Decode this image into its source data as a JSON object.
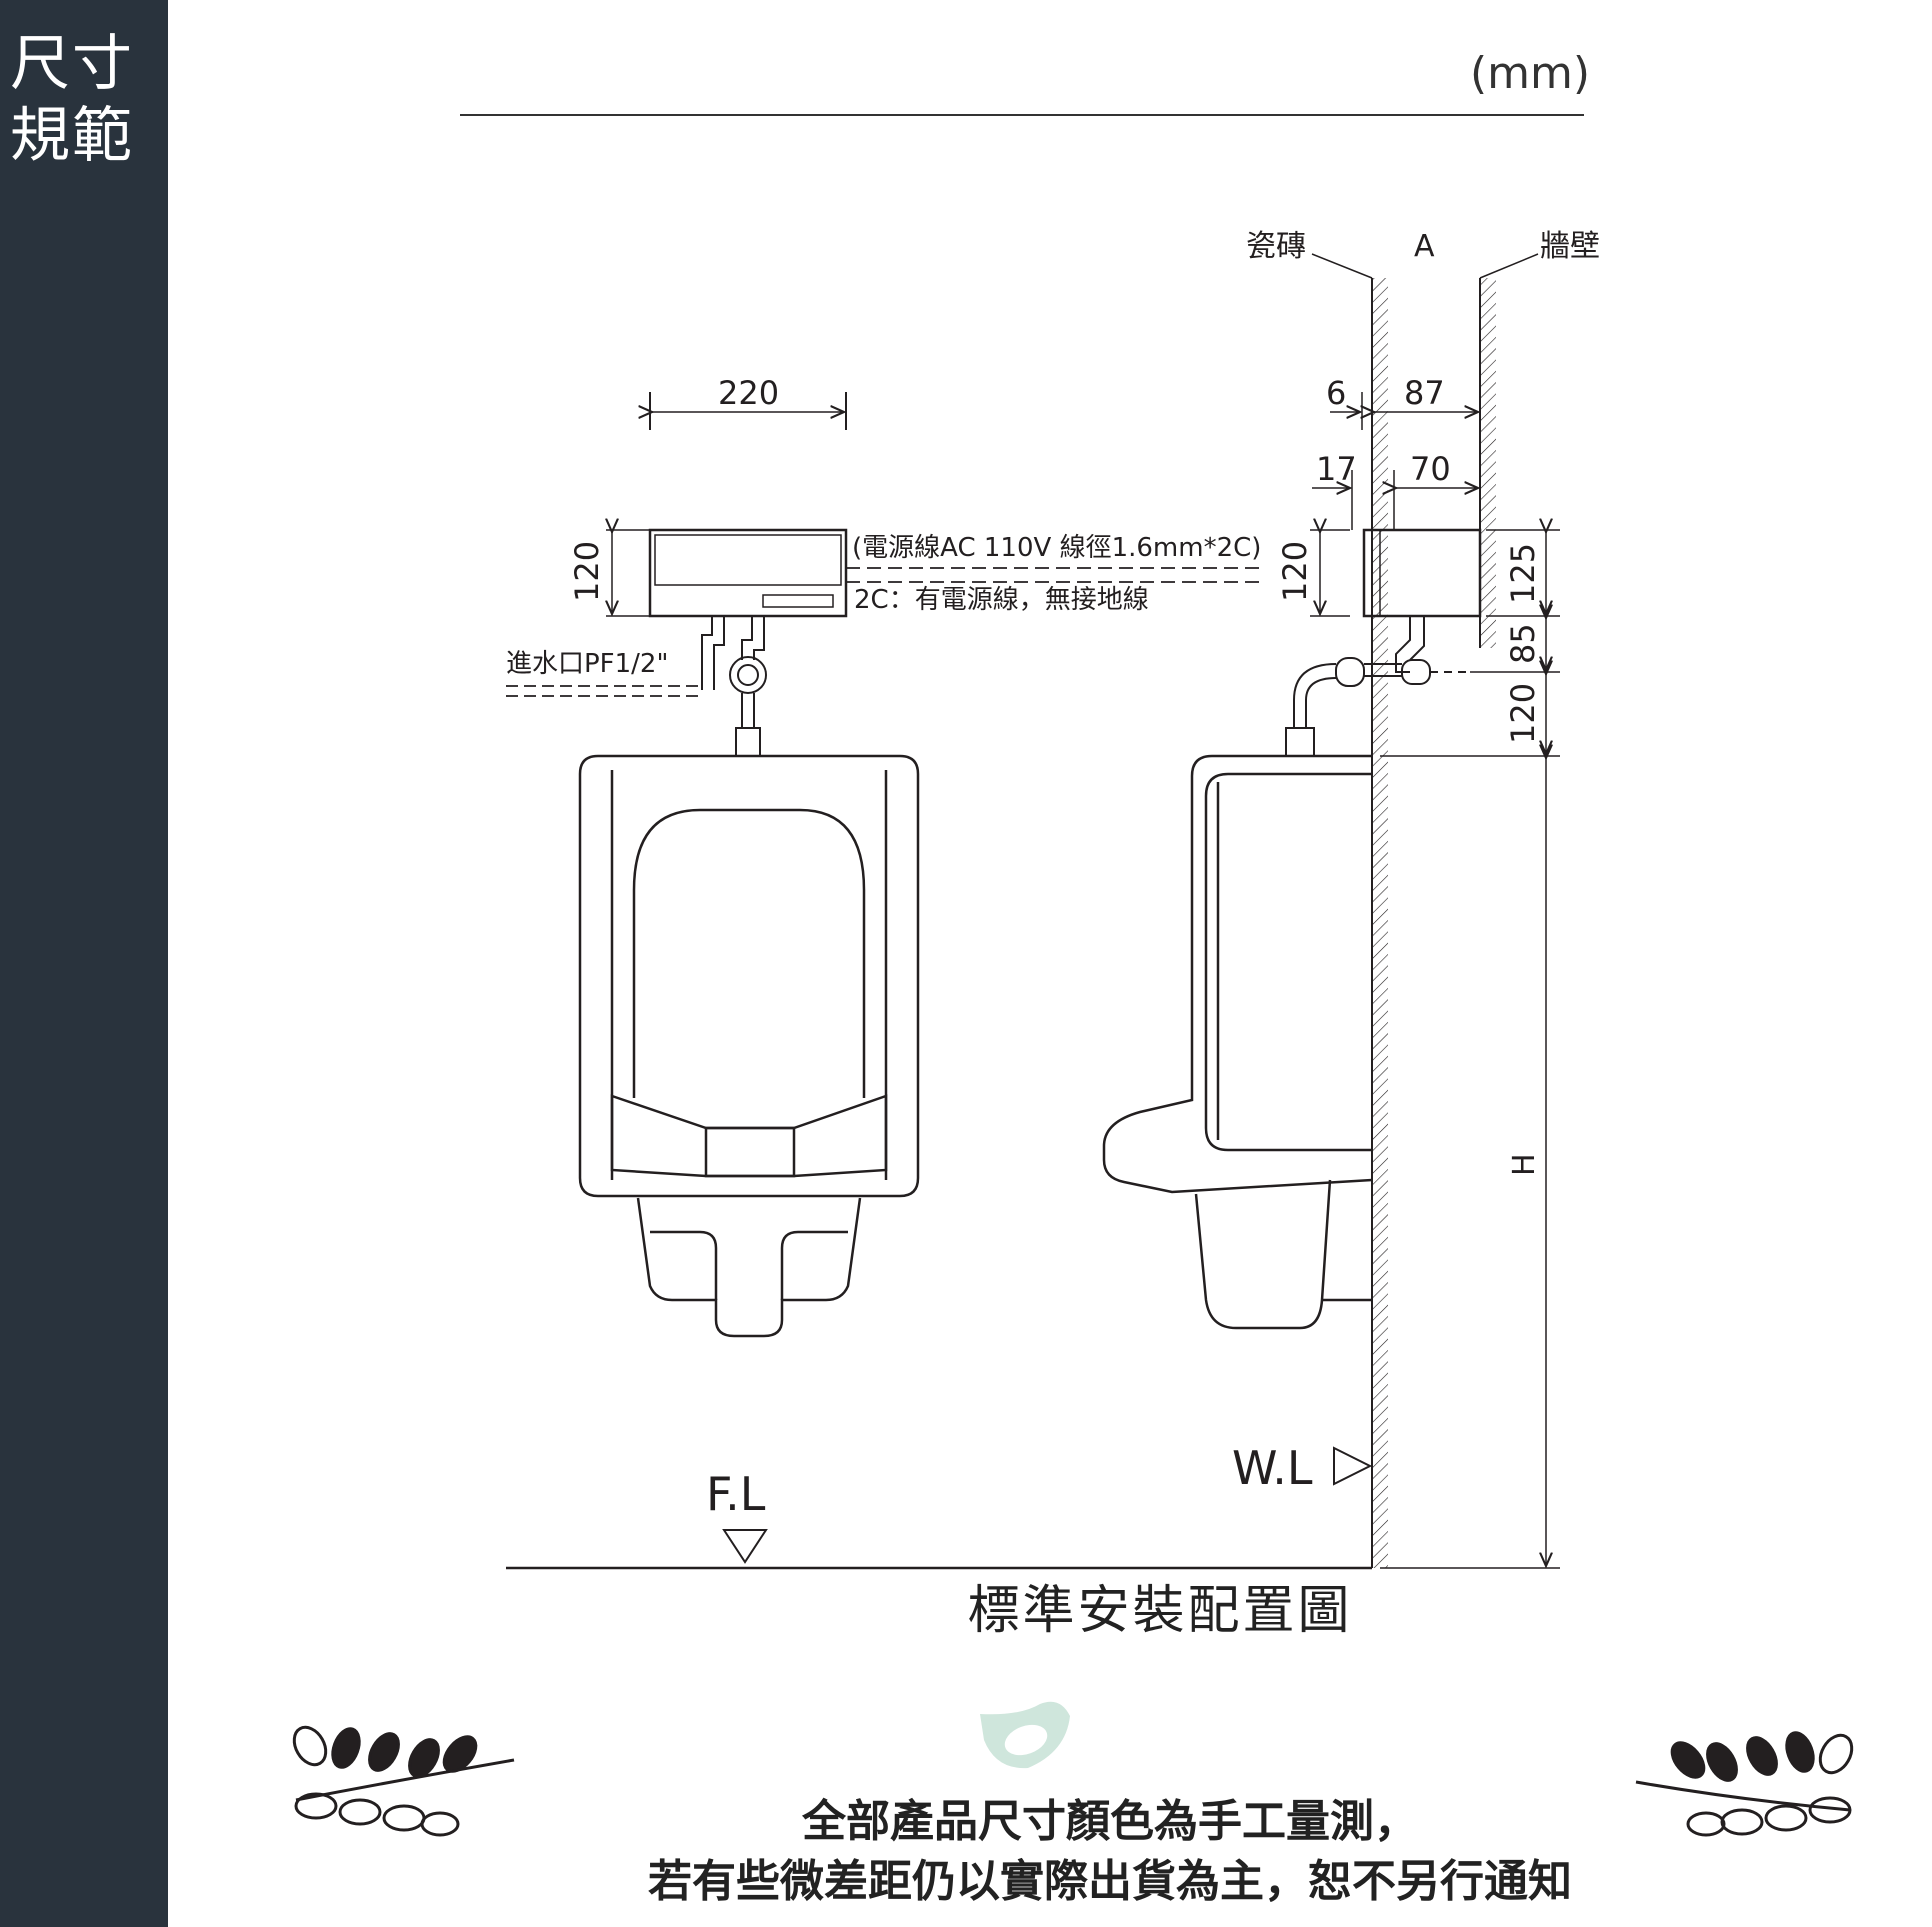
{
  "sidebar": {
    "title_line1": "尺寸",
    "title_line2": "規範"
  },
  "header": {
    "unit": "(mm)"
  },
  "diagram": {
    "labels": {
      "tile": "瓷磚",
      "cavity": "A",
      "wall": "牆壁",
      "width_220": "220",
      "height_120_front": "120",
      "dim_6": "6",
      "dim_87": "87",
      "dim_17": "17",
      "dim_70": "70",
      "height_120_side": "120",
      "dim_125": "125",
      "dim_85": "85",
      "dim_120_lower": "120",
      "dim_H": "H",
      "power_cable": "(電源線AC 110V 線徑1.6mm*2C)",
      "power_note": "2C：有電源線，無接地線",
      "water_inlet": "進水口PF1/2\"",
      "wall_level": "W.L",
      "floor_level": "F.L"
    },
    "caption": "標準安裝配置圖"
  },
  "footer": {
    "note_line1": "全部產品尺寸顏色為手工量測，",
    "note_line2": "若有些微差距仍以實際出貨為主，恕不另行通知"
  },
  "colors": {
    "sidebar": "#29333d",
    "line": "#231f20",
    "accent_logo": "#cfe6dc"
  }
}
